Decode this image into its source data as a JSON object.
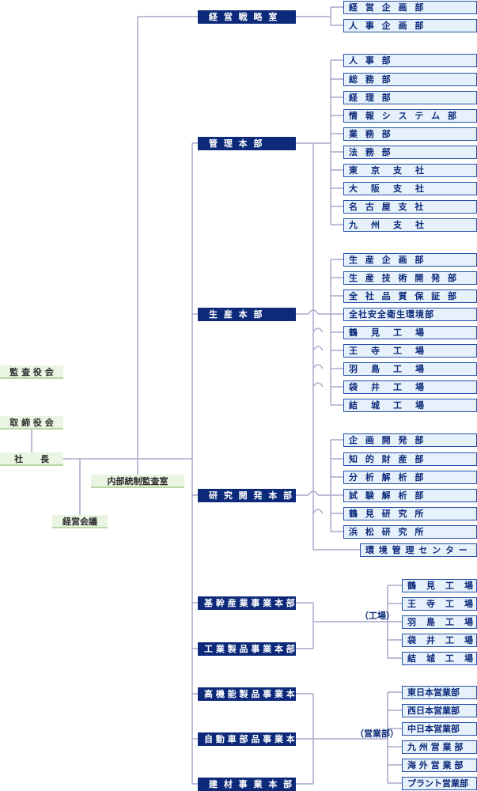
{
  "top": {
    "auditors": "監 査 役 会",
    "board": "取 締 役 会",
    "president": "社　　長",
    "mgmt_meeting": "経営会議",
    "internal_audit": "内部統制監査室"
  },
  "divisions": [
    {
      "label": "経 営 戦 略 室"
    },
    {
      "label": "管 理 本 部"
    },
    {
      "label": "生 産 本 部"
    },
    {
      "label": "研 究 開 発 本 部"
    },
    {
      "label": "基 幹 産 業 事 業 本 部"
    },
    {
      "label": "工 業 製 品 事 業 本 部"
    },
    {
      "label": "高 機 能 製 品 事 業 本 部"
    },
    {
      "label": "自 動 車 部 品 事 業 本 部"
    },
    {
      "label": "建 材 事 業 本 部"
    }
  ],
  "groups": {
    "strategy": [
      "経 営 企 画 部",
      "人 事 企 画 部"
    ],
    "admin": [
      "人 事 部",
      "総 務 部",
      "経 理 部",
      "情 報 シ ス テ ム 部",
      "業 務 部",
      "法 務 部",
      "東　京　支　社",
      "大　阪　支　社",
      "名 古 屋 支 社",
      "九　州　支　社"
    ],
    "production": [
      "生 産 企 画 部",
      "生 産 技 術 開 発 部",
      "全 社 品 質 保 証 部",
      "全社安全衛生環境部",
      "鶴　見　工　場",
      "王　寺　工　場",
      "羽　島　工　場",
      "袋　井　工　場",
      "結　城　工　場"
    ],
    "rnd": [
      "企 画 開 発 部",
      "知 的 財 産 部",
      "分 析 解 析 部",
      "試 験 解 析 部",
      "鶴 見 研 究 所",
      "浜 松 研 究 所"
    ],
    "rnd_center": "環 境 管 理 セ ン タ ー",
    "factories": [
      "鶴　見　工　場",
      "王　寺　工　場",
      "羽　島　工　場",
      "袋　井　工　場",
      "結　城　工　場"
    ],
    "sales": [
      "東日本営業部",
      "西日本営業部",
      "中日本営業部",
      "九 州 営 業 部",
      "海 外 営 業 部",
      "プラント営業部"
    ]
  },
  "labels": {
    "factories": "（工場）",
    "sales": "（営業部）"
  },
  "colors": {
    "navy": "#0d2a7a",
    "light_box": "#e6f1fb",
    "green_box": "#eaf4e2",
    "line": "#a9a9cc"
  }
}
